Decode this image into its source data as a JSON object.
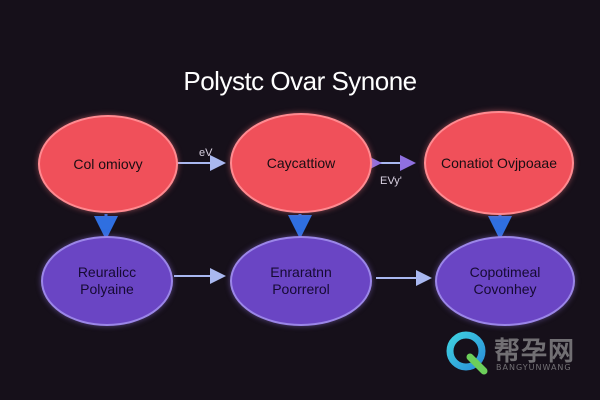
{
  "title": "Polystc Ovar Synone",
  "nodes": {
    "top_left": {
      "lines": [
        "Col omiovy"
      ]
    },
    "top_mid": {
      "lines": [
        "Caycattiow"
      ]
    },
    "top_right": {
      "lines": [
        "Conatiot Ovjpoaae"
      ]
    },
    "bot_left": {
      "lines": [
        "Reuralicc",
        "Polyaine"
      ]
    },
    "bot_mid": {
      "lines": [
        "Enraratnn",
        "Poorrerol"
      ]
    },
    "bot_right": {
      "lines": [
        "Copotimeal",
        "Covonhey"
      ]
    }
  },
  "edge_labels": {
    "top_left_to_mid": "eV",
    "top_mid_right": "EVy'"
  },
  "colors": {
    "background": "#16101a",
    "red_node": "#f0505a",
    "purple_node": "#6a45c4",
    "arrow_blue": "#2f6fe0",
    "arrow_light": "#a9b8f0"
  },
  "watermark": {
    "text": "帮孕网",
    "sub": "BANGYUNWANG",
    "icon": "q-logo-icon"
  }
}
